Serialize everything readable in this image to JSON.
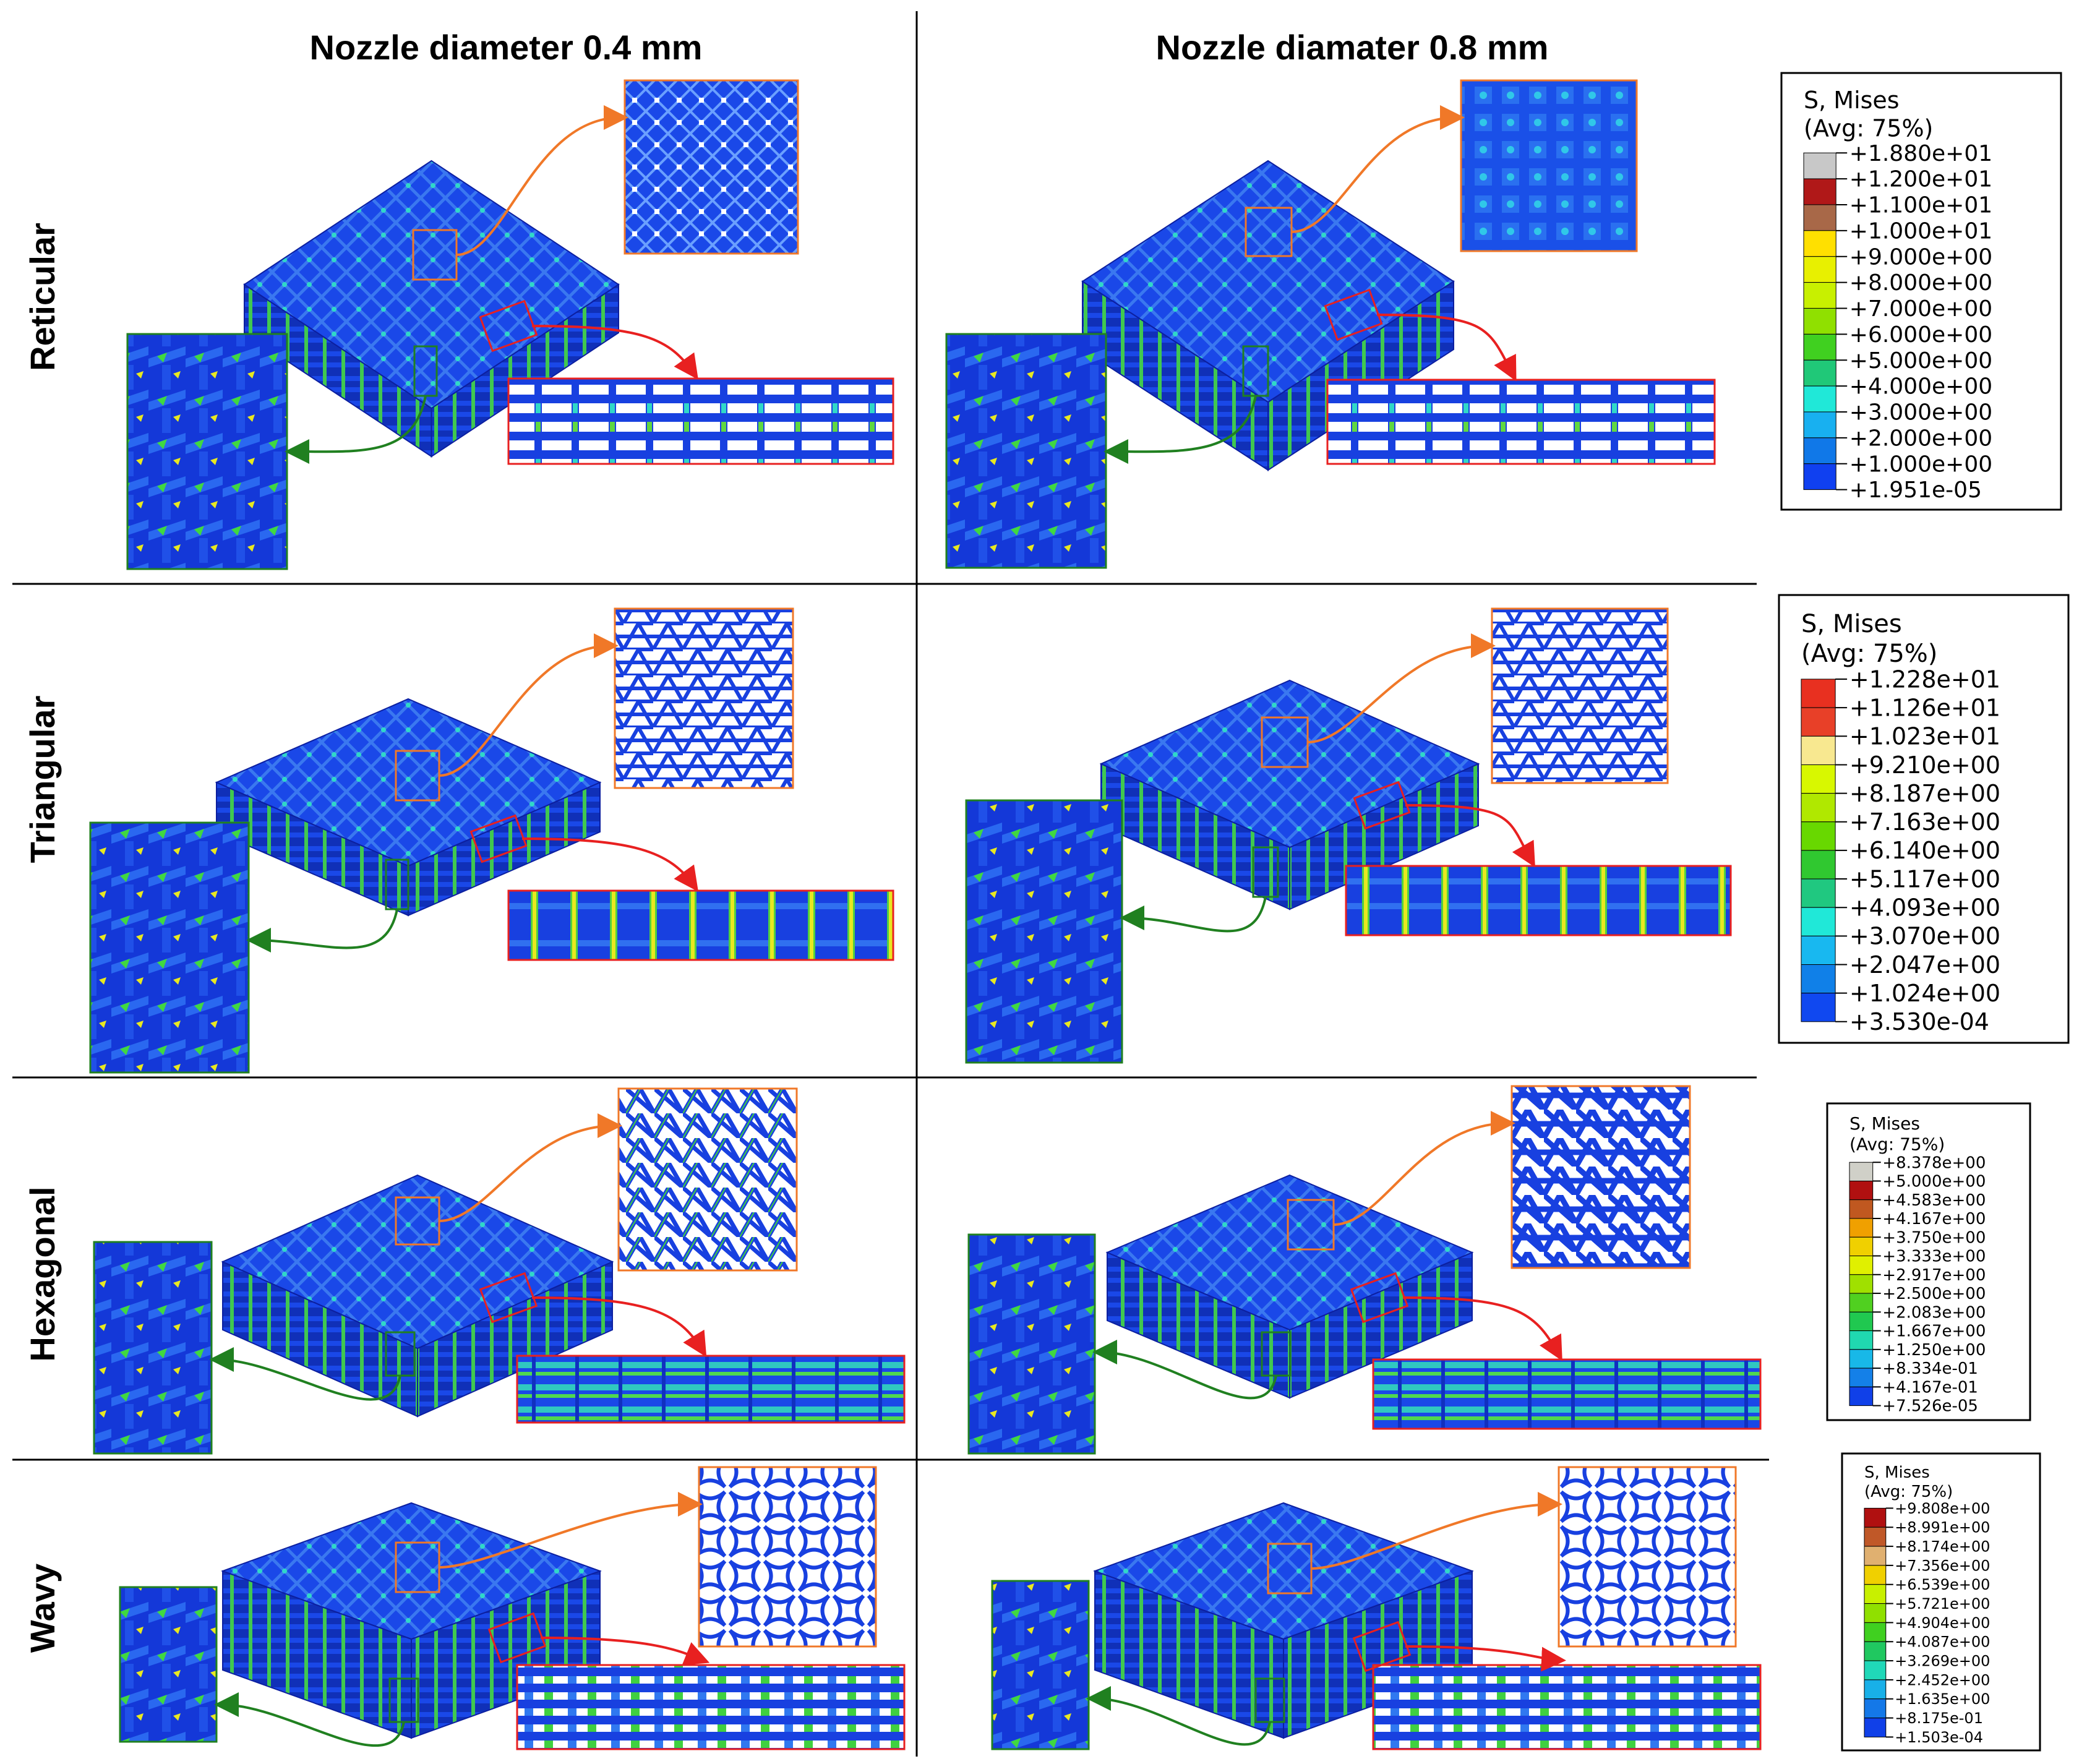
{
  "columns": [
    {
      "title": "Nozzle diameter 0.4 mm"
    },
    {
      "title": "Nozzle diamater 0.8 mm"
    }
  ],
  "rows": [
    {
      "label": "Reticular"
    },
    {
      "label": "Triangular"
    },
    {
      "label": "Hexagonal"
    },
    {
      "label": "Wavy"
    }
  ],
  "legends": [
    {
      "title": "S, Mises",
      "subtitle": "(Avg: 75%)",
      "values": [
        "+1.880e+01",
        "+1.200e+01",
        "+1.100e+01",
        "+1.000e+01",
        "+9.000e+00",
        "+8.000e+00",
        "+7.000e+00",
        "+6.000e+00",
        "+5.000e+00",
        "+4.000e+00",
        "+3.000e+00",
        "+2.000e+00",
        "+1.000e+00",
        "+1.951e-05"
      ],
      "colors": [
        "#c8c8c8",
        "#b01818",
        "#a86848",
        "#ffe000",
        "#e8f000",
        "#c8f000",
        "#90e000",
        "#40d020",
        "#20c878",
        "#20e8d8",
        "#18b0f0",
        "#1078e8",
        "#1040f0"
      ]
    },
    {
      "title": "S, Mises",
      "subtitle": "(Avg: 75%)",
      "values": [
        "+1.228e+01",
        "+1.126e+01",
        "+1.023e+01",
        "+9.210e+00",
        "+8.187e+00",
        "+7.163e+00",
        "+6.140e+00",
        "+5.117e+00",
        "+4.093e+00",
        "+3.070e+00",
        "+2.047e+00",
        "+1.024e+00",
        "+3.530e-04"
      ],
      "colors": [
        "#e83020",
        "#e84028",
        "#f8e890",
        "#d8f800",
        "#b0e800",
        "#68d800",
        "#30c830",
        "#20c880",
        "#20e8d8",
        "#18b8f0",
        "#1080e8",
        "#1048f0"
      ]
    },
    {
      "title": "S, Mises",
      "subtitle": "(Avg: 75%)",
      "values": [
        "+8.378e+00",
        "+5.000e+00",
        "+4.583e+00",
        "+4.167e+00",
        "+3.750e+00",
        "+3.333e+00",
        "+2.917e+00",
        "+2.500e+00",
        "+2.083e+00",
        "+1.667e+00",
        "+1.250e+00",
        "+8.334e-01",
        "+4.167e-01",
        "+7.526e-05"
      ],
      "colors": [
        "#d0d0c8",
        "#b01010",
        "#c05820",
        "#f0a000",
        "#f0d000",
        "#e0f000",
        "#a0e000",
        "#50d020",
        "#20c850",
        "#20d8b0",
        "#18b8e8",
        "#1480e8",
        "#1040e8"
      ]
    },
    {
      "title": "S, Mises",
      "subtitle": "(Avg: 75%)",
      "values": [
        "+9.808e+00",
        "+8.991e+00",
        "+8.174e+00",
        "+7.356e+00",
        "+6.539e+00",
        "+5.721e+00",
        "+4.904e+00",
        "+4.087e+00",
        "+3.269e+00",
        "+2.452e+00",
        "+1.635e+00",
        "+8.175e-01",
        "+1.503e-04"
      ],
      "colors": [
        "#b01010",
        "#c05828",
        "#e0b070",
        "#f0d000",
        "#c8f000",
        "#90e000",
        "#40d020",
        "#20c860",
        "#20d8b8",
        "#18b0e8",
        "#1478e8",
        "#1040e8"
      ]
    }
  ],
  "colors": {
    "model_blue": "#1840e0",
    "model_dark": "#0c1fa0",
    "model_light": "#3a78f0",
    "stress_cyan": "#20d8d0",
    "stress_green": "#40d040",
    "stress_yellow": "#e8e820",
    "inset_top_border": "#f07828",
    "inset_side_border": "#e82020",
    "inset_corner_border": "#208020"
  }
}
